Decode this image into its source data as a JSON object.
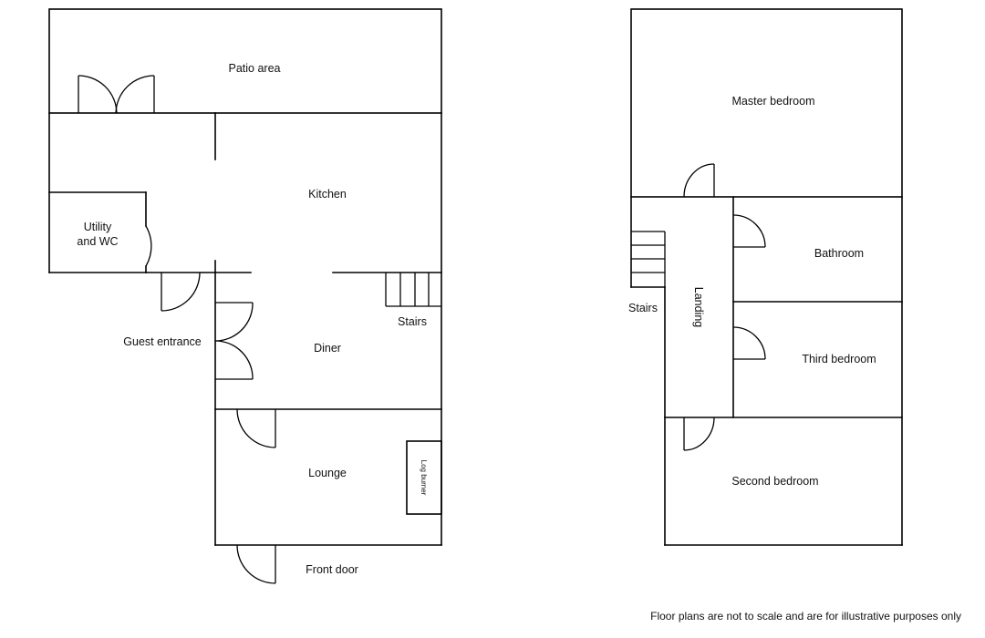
{
  "ground_floor": {
    "rooms": {
      "patio": "Patio area",
      "kitchen": "Kitchen",
      "utility_line1": "Utility",
      "utility_line2": "and WC",
      "diner": "Diner",
      "stairs": "Stairs",
      "lounge": "Lounge",
      "log_burner": "Log burner"
    },
    "entrances": {
      "guest": "Guest entrance",
      "front": "Front door"
    }
  },
  "first_floor": {
    "rooms": {
      "master": "Master bedroom",
      "bathroom": "Bathroom",
      "third": "Third bedroom",
      "second": "Second bedroom",
      "landing": "Landing",
      "stairs": "Stairs"
    }
  },
  "disclaimer": "Floor plans are not to scale and are for illustrative purposes only"
}
